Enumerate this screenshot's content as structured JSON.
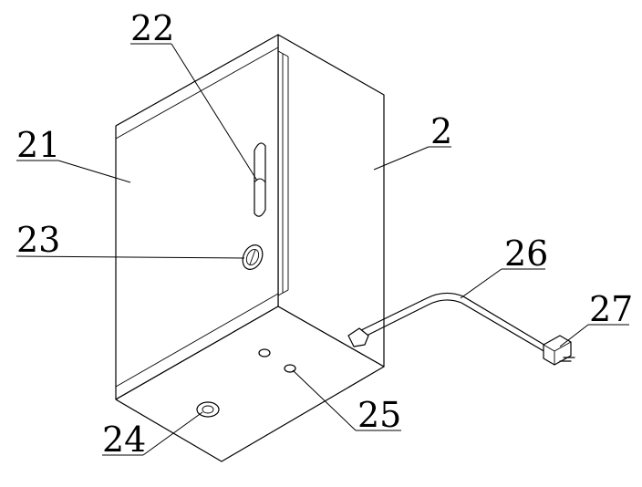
{
  "labels": {
    "l2": "2",
    "l21": "21",
    "l22": "22",
    "l23": "23",
    "l24": "24",
    "l25": "25",
    "l26": "26",
    "l27": "27"
  },
  "colors": {
    "line": "#000000",
    "background": "#ffffff"
  }
}
